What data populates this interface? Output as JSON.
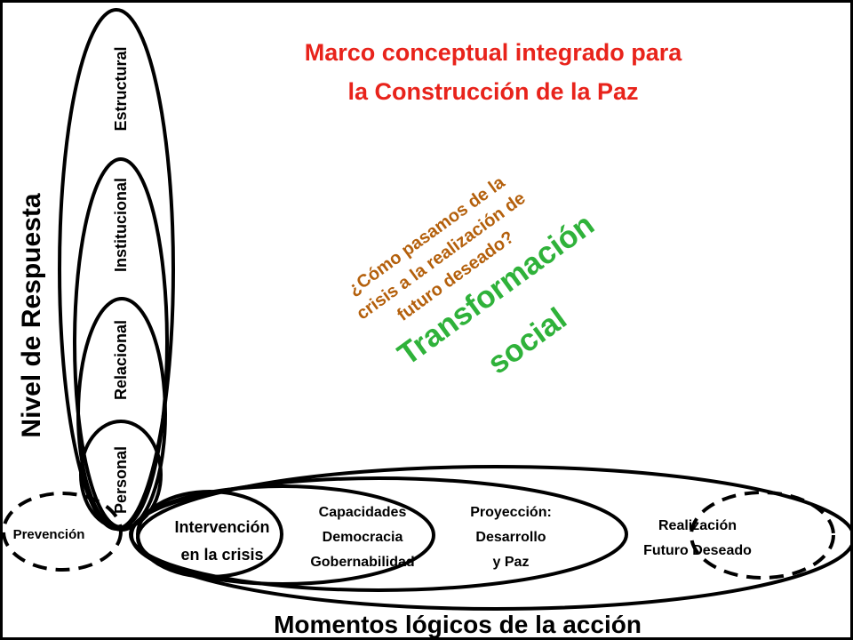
{
  "title": {
    "line1": "Marco conceptual integrado para",
    "line2": "la Construcción de la Paz"
  },
  "vertical_axis": {
    "label": "Nivel de Respuesta",
    "levels": [
      "Personal",
      "Relacional",
      "Institucional",
      "Estructural"
    ]
  },
  "horizontal_axis": {
    "label": "Momentos lógicos de la acción",
    "prevention": "Prevención",
    "crisis": {
      "line1": "Intervención",
      "line2": "en la crisis"
    },
    "capacities": {
      "line1": "Capacidades",
      "line2": "Democracia",
      "line3": "Gobernabilidad"
    },
    "projection": {
      "line1": "Proyección:",
      "line2": "Desarrollo",
      "line3": "y  Paz"
    },
    "realization": {
      "line1": "Realización",
      "line2": "Futuro Deseado"
    }
  },
  "question": {
    "line1": "¿Cómo pasamos de la",
    "line2": "crisis a la realización de",
    "line3": "futuro deseado?"
  },
  "transformation": {
    "line1": "Transformación",
    "line2": "social"
  },
  "colors": {
    "title": "#e8231b",
    "question": "#b4600c",
    "transformation": "#2fb23a",
    "stroke": "#000000"
  }
}
